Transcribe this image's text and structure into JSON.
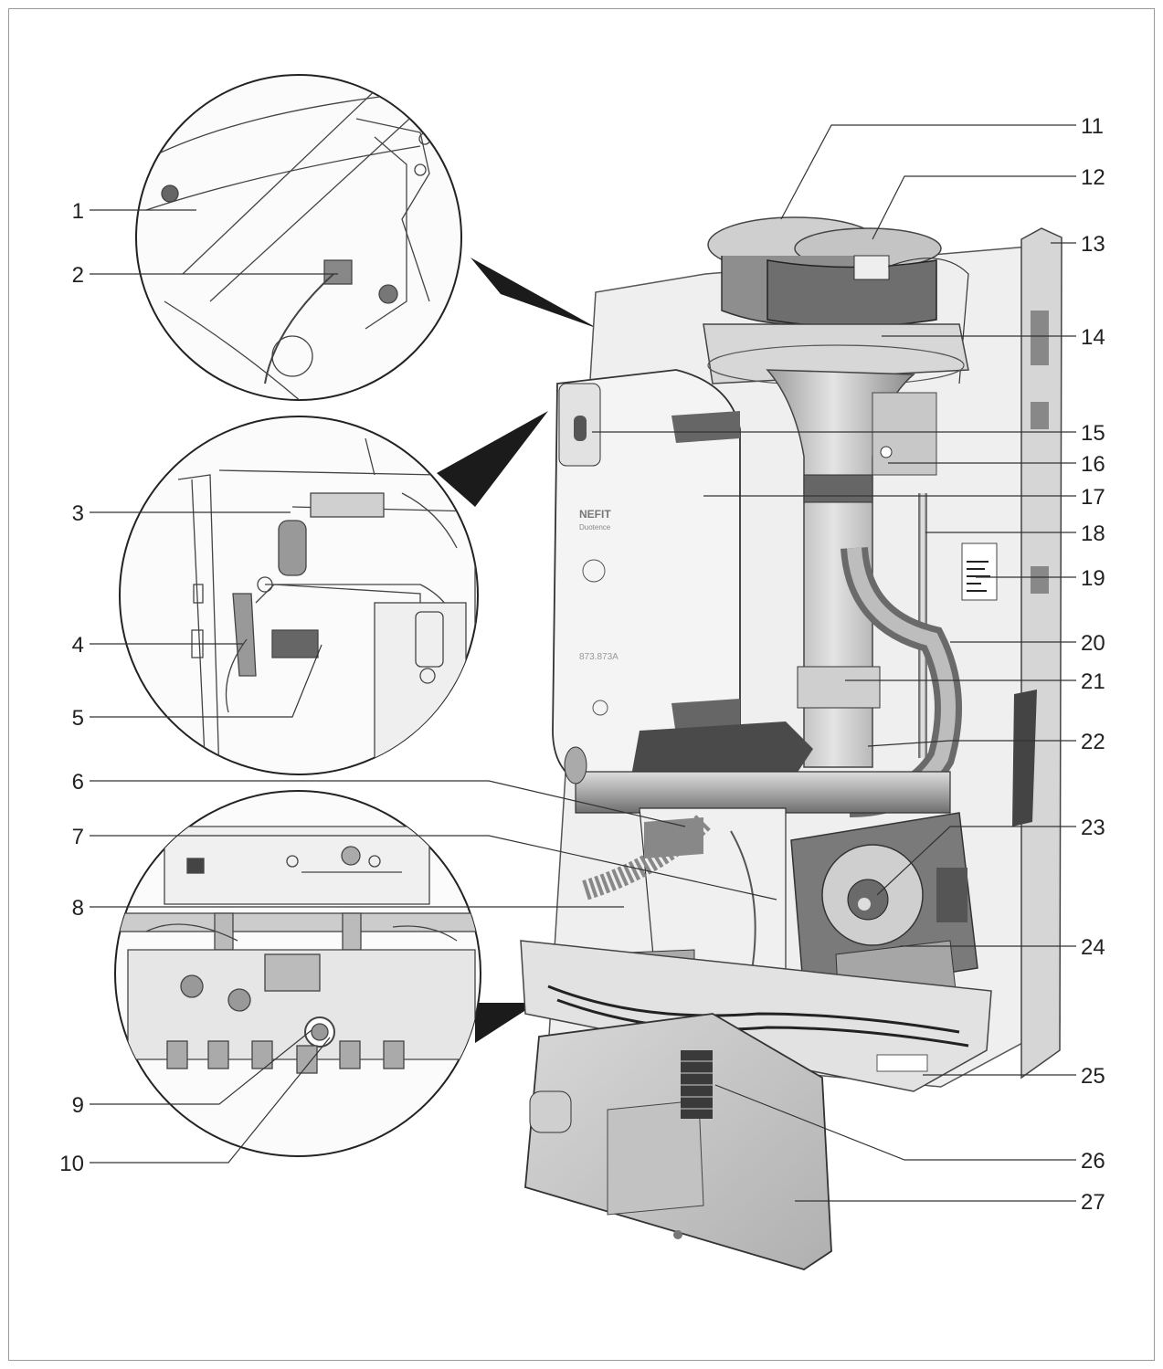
{
  "labels": {
    "left": [
      {
        "id": "1",
        "text": "1"
      },
      {
        "id": "2",
        "text": "2"
      },
      {
        "id": "3",
        "text": "3"
      },
      {
        "id": "4",
        "text": "4"
      },
      {
        "id": "5",
        "text": "5"
      },
      {
        "id": "6",
        "text": "6"
      },
      {
        "id": "7",
        "text": "7"
      },
      {
        "id": "8",
        "text": "8"
      },
      {
        "id": "9",
        "text": "9"
      },
      {
        "id": "10",
        "text": "10"
      }
    ],
    "right": [
      {
        "id": "11",
        "text": "11"
      },
      {
        "id": "12",
        "text": "12"
      },
      {
        "id": "13",
        "text": "13"
      },
      {
        "id": "14",
        "text": "14"
      },
      {
        "id": "15",
        "text": "15"
      },
      {
        "id": "16",
        "text": "16"
      },
      {
        "id": "17",
        "text": "17"
      },
      {
        "id": "18",
        "text": "18"
      },
      {
        "id": "19",
        "text": "19"
      },
      {
        "id": "20",
        "text": "20"
      },
      {
        "id": "21",
        "text": "21"
      },
      {
        "id": "22",
        "text": "22"
      },
      {
        "id": "23",
        "text": "23"
      },
      {
        "id": "24",
        "text": "24"
      },
      {
        "id": "25",
        "text": "25"
      },
      {
        "id": "26",
        "text": "26"
      },
      {
        "id": "27",
        "text": "27"
      }
    ]
  },
  "exchanger": {
    "brand": "NEFIT",
    "sub": "Duotence",
    "code": "873.873A"
  },
  "colors": {
    "line": "#333333",
    "body": "#e8e8e8",
    "shade": "#bdbdbd",
    "dark": "#555555",
    "wedge": "#1a1a1a"
  }
}
